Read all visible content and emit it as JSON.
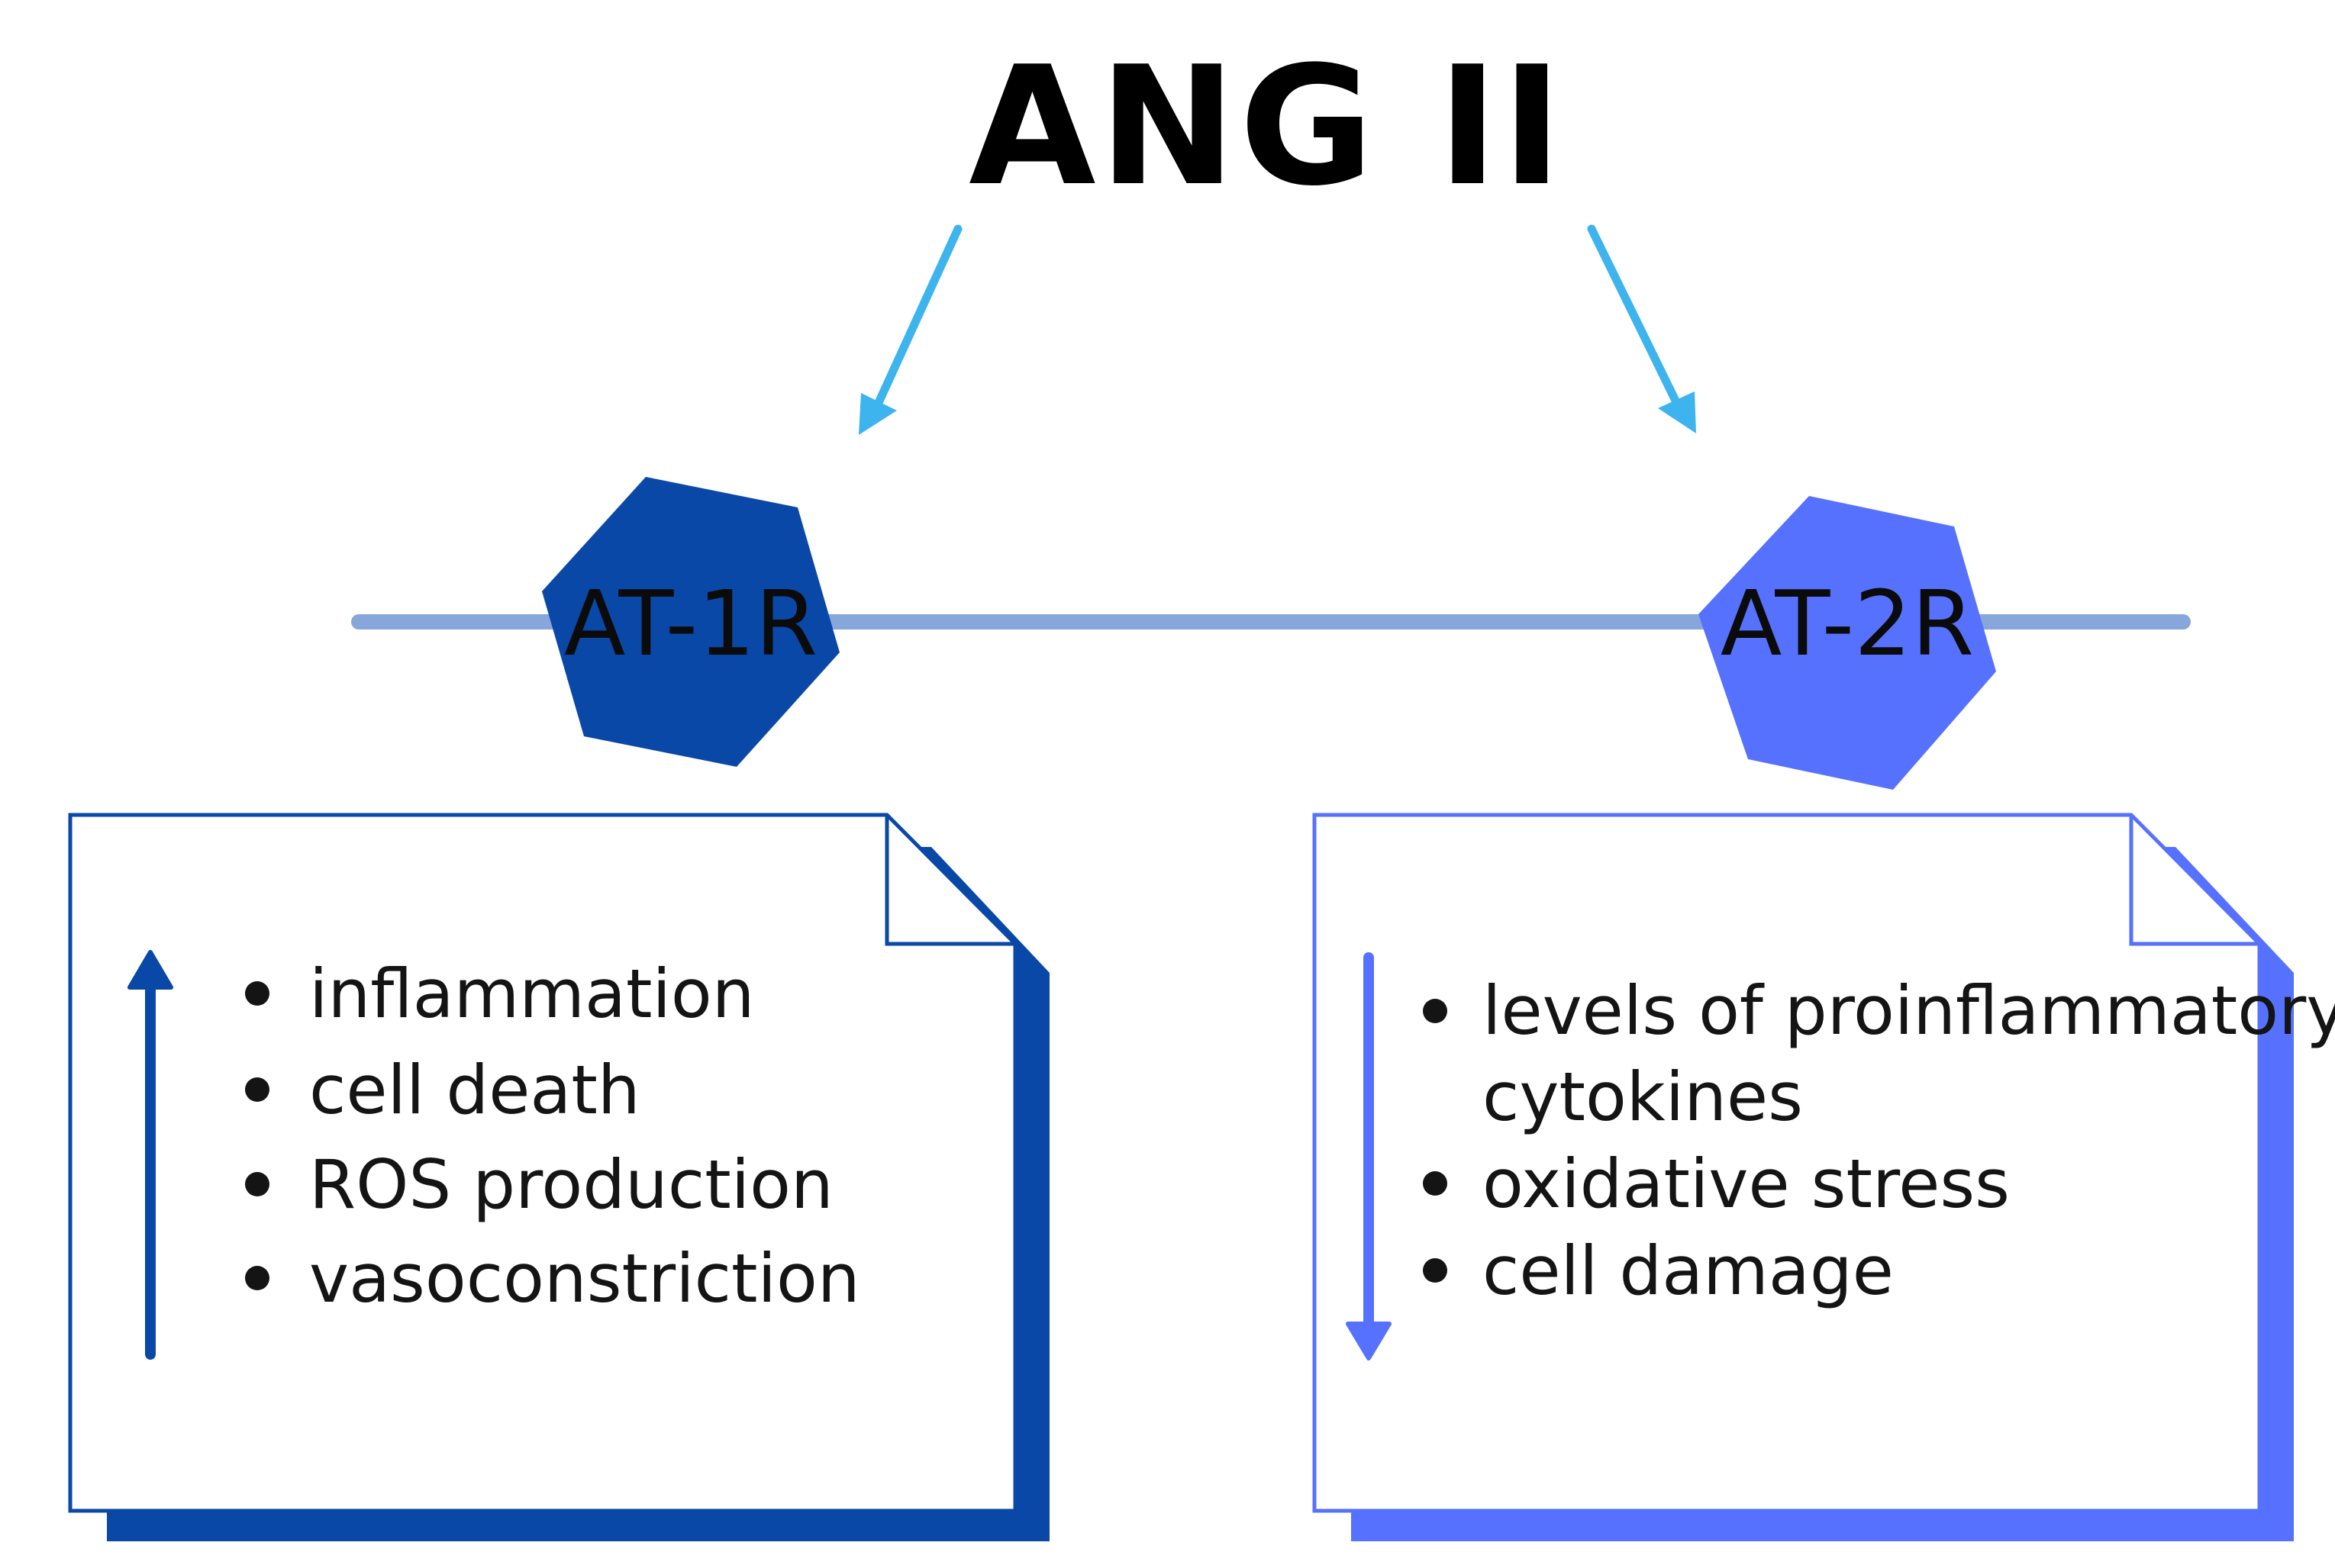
{
  "title": "ANG II",
  "colors": {
    "arrow": "#3db4ee",
    "membrane": "#86a6dc",
    "at1_color": "#0a48a8",
    "at2_color": "#5771ff",
    "text": "#141414"
  },
  "receptors": [
    {
      "label": "AT-1R",
      "effect_direction": "up",
      "effects": [
        "inflammation",
        "cell death",
        "ROS production",
        "vasoconstriction"
      ]
    },
    {
      "label": "AT-2R",
      "effect_direction": "down",
      "effects": [
        [
          "levels of proinflammatory",
          "cytokines"
        ],
        "oxidative stress",
        "cell damage"
      ]
    }
  ]
}
